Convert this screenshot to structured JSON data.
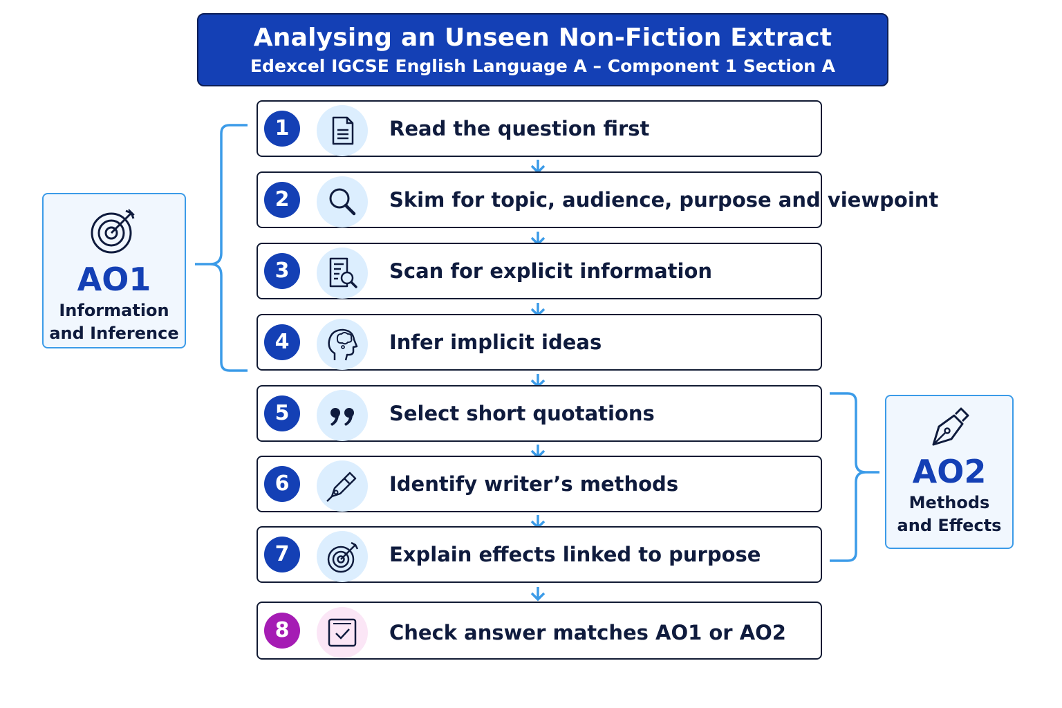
{
  "header": {
    "title": "Analysing an Unseen Non-Fiction Extract",
    "subtitle": "Edexcel IGCSE English Language A – Component 1 Section A"
  },
  "steps": [
    {
      "number": "1",
      "label": "Read the question first",
      "icon": "document-icon"
    },
    {
      "number": "2",
      "label": "Skim for topic, audience, purpose and viewpoint",
      "icon": "magnifier-icon"
    },
    {
      "number": "3",
      "label": "Scan for explicit information",
      "icon": "document-search-icon"
    },
    {
      "number": "4",
      "label": "Infer implicit ideas",
      "icon": "head-thought-icon"
    },
    {
      "number": "5",
      "label": "Select short quotations",
      "icon": "quotation-marks-icon"
    },
    {
      "number": "6",
      "label": "Identify writer’s methods",
      "icon": "pen-icon"
    },
    {
      "number": "7",
      "label": "Explain effects linked to purpose",
      "icon": "target-icon"
    },
    {
      "number": "8",
      "label": "Check answer matches AO1 or AO2",
      "icon": "checkbox-icon"
    }
  ],
  "ao1": {
    "title": "AO1",
    "line1": "Information",
    "line2": "and Inference",
    "icon": "target-icon"
  },
  "ao2": {
    "title": "AO2",
    "line1": "Methods",
    "line2": "and Effects",
    "icon": "pen-nib-icon"
  },
  "colors": {
    "primary_blue": "#1440b5",
    "final_step_magenta": "#a51cb4",
    "bracket_blue": "#3b9be8",
    "icon_bg_blue": "#dceefe",
    "icon_bg_pink": "#fbe6f6"
  }
}
